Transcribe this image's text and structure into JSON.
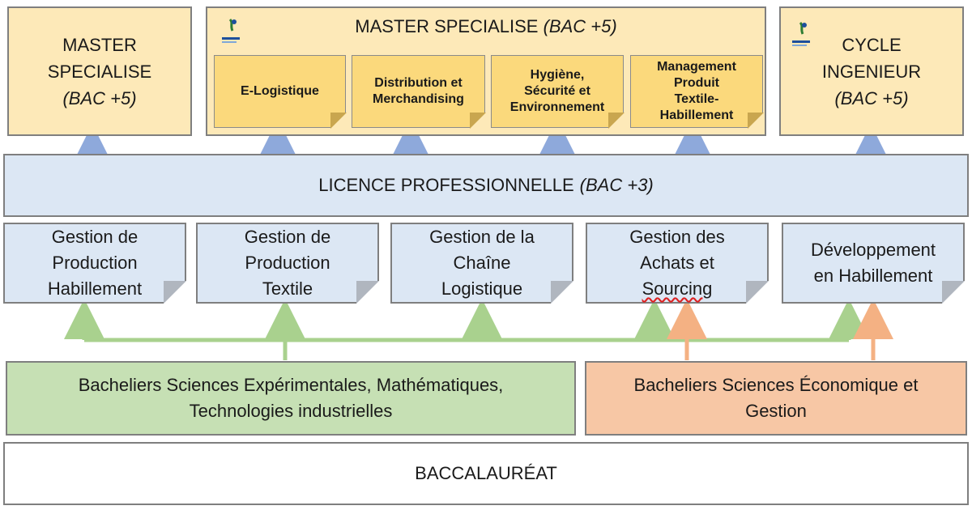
{
  "colors": {
    "yellow": "#fde9b8",
    "yellow_dark": "#fbd97c",
    "blue": "#dce7f4",
    "green": "#c6e0b4",
    "orange": "#f7c7a5",
    "arrow_blue": "#8ea9db",
    "arrow_green": "#a9d18e",
    "arrow_orange": "#f4b183"
  },
  "top": {
    "left_master": {
      "line1": "MASTER",
      "line2": "SPECIALISE",
      "line3": "(BAC +5)"
    },
    "center_master": {
      "title": "MASTER SPECIALISE",
      "title_suffix": "(BAC +5)",
      "logo_icon": "logo-icon",
      "programs": [
        {
          "lines": [
            "E-Logistique"
          ]
        },
        {
          "lines": [
            "Distribution et",
            "Merchandising"
          ]
        },
        {
          "lines": [
            "Hygiène,",
            "Sécurité et",
            "Environnement"
          ]
        },
        {
          "lines": [
            "Management",
            "Produit",
            "Textile-",
            "Habillement"
          ]
        }
      ]
    },
    "right_cycle": {
      "line1": "CYCLE",
      "line2": "INGENIEUR",
      "line3": "(BAC +5)",
      "logo_icon": "logo-icon"
    }
  },
  "licence": {
    "title": "LICENCE PROFESSIONNELLE",
    "suffix": "(BAC +3)"
  },
  "specialties": [
    {
      "lines": [
        "Gestion de",
        "Production",
        "Habillement"
      ]
    },
    {
      "lines": [
        "Gestion de",
        "Production",
        "Textile"
      ]
    },
    {
      "lines": [
        "Gestion de la",
        "Chaîne",
        "Logistique"
      ]
    },
    {
      "lines": [
        "Gestion des",
        "Achats et",
        "Sourcing"
      ]
    },
    {
      "lines": [
        "Développement",
        "en Habillement"
      ]
    }
  ],
  "bacheliers": {
    "sciences": {
      "line1": "Bacheliers Sciences Expérimentales, Mathématiques,",
      "line2": "Technologies industrielles"
    },
    "eco": {
      "line1": "Bacheliers Sciences Économique et",
      "line2": "Gestion"
    }
  },
  "baccalaureat": "BACCALAURÉAT"
}
